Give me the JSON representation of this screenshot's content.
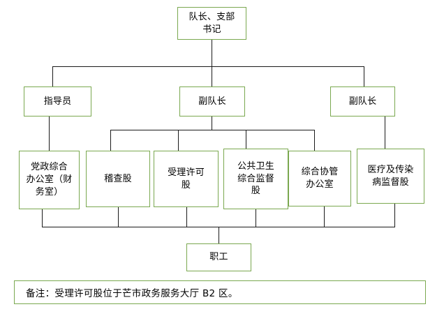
{
  "diagram": {
    "type": "org-chart",
    "title_node": {
      "id": "captain",
      "label": "队长、支部\n书记"
    },
    "level2": [
      {
        "id": "instructor",
        "label": "指导员"
      },
      {
        "id": "deputy-captain-center",
        "label": "副队长"
      },
      {
        "id": "deputy-captain-right",
        "label": "副队长"
      }
    ],
    "level3": [
      {
        "id": "party-admin-office",
        "label": "党政综合\n办公室（财\n务室）"
      },
      {
        "id": "inspection-section",
        "label": "稽查股"
      },
      {
        "id": "licensing-section",
        "label": "受理许可\n股"
      },
      {
        "id": "public-health-supervision",
        "label": "公共卫生\n综合监督\n股"
      },
      {
        "id": "coordination-office",
        "label": "综合协管\n办公室"
      },
      {
        "id": "medical-infectious-supervision",
        "label": "医疗及传染\n病监督股"
      }
    ],
    "level4": [
      {
        "id": "staff",
        "label": "职工"
      }
    ],
    "note": {
      "id": "remark",
      "text": "备注：受理许可股位于芒市政务服务大厅 B2 区。"
    },
    "colors": {
      "box_border": "#7aa84f",
      "connector": "#1a1a1a",
      "text": "#000000",
      "background": "#ffffff"
    }
  }
}
